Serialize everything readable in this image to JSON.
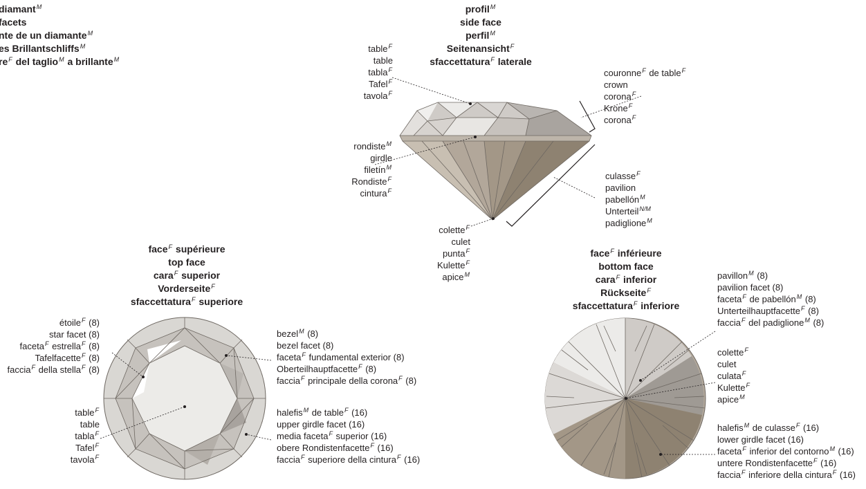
{
  "title_block": {
    "lines": [
      {
        "pre": "diamant",
        "g1": "M"
      },
      {
        "pre": "facets"
      },
      {
        "pre": "nte de un diamante",
        "g1": "M"
      },
      {
        "pre": "es Brillantschliffs",
        "g1": "M"
      },
      {
        "pre": "re",
        "g1": "F",
        "mid": " del taglio",
        "g2": "M",
        "post": " a brillante",
        "g3": "M"
      }
    ]
  },
  "side_view": {
    "header": [
      {
        "pre": "profil",
        "g1": "M"
      },
      {
        "pre": "side face"
      },
      {
        "pre": "perfil",
        "g1": "M"
      },
      {
        "pre": "Seitenansicht",
        "g1": "F"
      },
      {
        "pre": "sfaccettatura",
        "g1": "F",
        "mid": " laterale"
      }
    ],
    "table": [
      {
        "pre": "table",
        "g1": "F"
      },
      {
        "pre": "table"
      },
      {
        "pre": "tabla",
        "g1": "F"
      },
      {
        "pre": "Tafel",
        "g1": "F"
      },
      {
        "pre": "tavola",
        "g1": "F"
      }
    ],
    "crown": [
      {
        "pre": "couronne",
        "g1": "F",
        "mid": " de table",
        "g2": "F"
      },
      {
        "pre": "crown"
      },
      {
        "pre": "corona",
        "g1": "F"
      },
      {
        "pre": "Krone",
        "g1": "F"
      },
      {
        "pre": "corona",
        "g1": "F"
      }
    ],
    "girdle": [
      {
        "pre": "rondiste",
        "g1": "M"
      },
      {
        "pre": "girdle"
      },
      {
        "pre": "filetín",
        "g1": "M"
      },
      {
        "pre": "Rondiste",
        "g1": "F"
      },
      {
        "pre": "cintura",
        "g1": "F"
      }
    ],
    "pavilion": [
      {
        "pre": "culasse",
        "g1": "F"
      },
      {
        "pre": "pavilion"
      },
      {
        "pre": "pabellón",
        "g1": "M"
      },
      {
        "pre": "Unterteil",
        "g1": "N/M"
      },
      {
        "pre": "padiglione",
        "g1": "M"
      }
    ],
    "culet": [
      {
        "pre": "colette",
        "g1": "F"
      },
      {
        "pre": "culet"
      },
      {
        "pre": "punta",
        "g1": "F"
      },
      {
        "pre": "Kulette",
        "g1": "F"
      },
      {
        "pre": "apice",
        "g1": "M"
      }
    ]
  },
  "top_view": {
    "header": [
      {
        "pre": "face",
        "g1": "F",
        "mid": " supérieure"
      },
      {
        "pre": "top face"
      },
      {
        "pre": "cara",
        "g1": "F",
        "mid": " superior"
      },
      {
        "pre": "Vorderseite",
        "g1": "F"
      },
      {
        "pre": "sfaccettatura",
        "g1": "F",
        "mid": " superiore"
      }
    ],
    "star": [
      {
        "pre": "étoile",
        "g1": "F",
        "mid": " (8)"
      },
      {
        "pre": "star facet (8)"
      },
      {
        "pre": "faceta",
        "g1": "F",
        "mid": " estrella",
        "g2": "F",
        "post": " (8)"
      },
      {
        "pre": "Tafelfacette",
        "g1": "F",
        "mid": " (8)"
      },
      {
        "pre": "faccia",
        "g1": "F",
        "mid": " della stella",
        "g2": "F",
        "post": " (8)"
      }
    ],
    "table": [
      {
        "pre": "table",
        "g1": "F"
      },
      {
        "pre": "table"
      },
      {
        "pre": "tabla",
        "g1": "F"
      },
      {
        "pre": "Tafel",
        "g1": "F"
      },
      {
        "pre": "tavola",
        "g1": "F"
      }
    ],
    "bezel": [
      {
        "pre": "bezel",
        "g1": "M",
        "mid": " (8)"
      },
      {
        "pre": "bezel facet (8)"
      },
      {
        "pre": "faceta",
        "g1": "F",
        "mid": " fundamental exterior (8)"
      },
      {
        "pre": "Oberteilhauptfacette",
        "g1": "F",
        "mid": " (8)"
      },
      {
        "pre": "faccia",
        "g1": "F",
        "mid": " principale della corona",
        "g2": "F",
        "post": " (8)"
      }
    ],
    "upper_girdle": [
      {
        "pre": "halefis",
        "g1": "M",
        "mid": " de table",
        "g2": "F",
        "post": " (16)"
      },
      {
        "pre": "upper girdle facet (16)"
      },
      {
        "pre": "media faceta",
        "g1": "F",
        "mid": " superior (16)"
      },
      {
        "pre": "obere Rondistenfacette",
        "g1": "F",
        "mid": " (16)"
      },
      {
        "pre": "faccia",
        "g1": "F",
        "mid": " superiore della cintura",
        "g2": "F",
        "post": " (16)"
      }
    ]
  },
  "bottom_view": {
    "header": [
      {
        "pre": "face",
        "g1": "F",
        "mid": " inférieure"
      },
      {
        "pre": "bottom face"
      },
      {
        "pre": "cara",
        "g1": "F",
        "mid": " inferior"
      },
      {
        "pre": "Rückseite",
        "g1": "F"
      },
      {
        "pre": "sfaccettatura",
        "g1": "F",
        "mid": " inferiore"
      }
    ],
    "pavilion_facet": [
      {
        "pre": "pavillon",
        "g1": "M",
        "mid": " (8)"
      },
      {
        "pre": "pavilion facet (8)"
      },
      {
        "pre": "faceta",
        "g1": "F",
        "mid": " de pabellón",
        "g2": "M",
        "post": " (8)"
      },
      {
        "pre": "Unterteilhauptfacette",
        "g1": "F",
        "mid": " (8)"
      },
      {
        "pre": "faccia",
        "g1": "F",
        "mid": " del padiglione",
        "g2": "M",
        "post": " (8)"
      }
    ],
    "culet": [
      {
        "pre": "colette",
        "g1": "F"
      },
      {
        "pre": "culet"
      },
      {
        "pre": "culata",
        "g1": "F"
      },
      {
        "pre": "Kulette",
        "g1": "F"
      },
      {
        "pre": "apice",
        "g1": "M"
      }
    ],
    "lower_girdle": [
      {
        "pre": "halefis",
        "g1": "M",
        "mid": " de culasse",
        "g2": "F",
        "post": " (16)"
      },
      {
        "pre": "lower girdle facet (16)"
      },
      {
        "pre": "faceta",
        "g1": "F",
        "mid": " inferior del contorno",
        "g2": "M",
        "post": " (16)"
      },
      {
        "pre": "untere Rondistenfacette",
        "g1": "F",
        "mid": " (16)"
      },
      {
        "pre": "faccia",
        "g1": "F",
        "mid": " inferiore della cintura",
        "g2": "F",
        "post": " (16)"
      }
    ]
  },
  "colors": {
    "ink": "#231f20",
    "crown_light": "#ebe9e7",
    "crown_mid": "#cfcbc7",
    "pavilion_warm": "#b3a99c",
    "pavilion_dark": "#8e8271",
    "facet_edge": "#6d6761"
  }
}
